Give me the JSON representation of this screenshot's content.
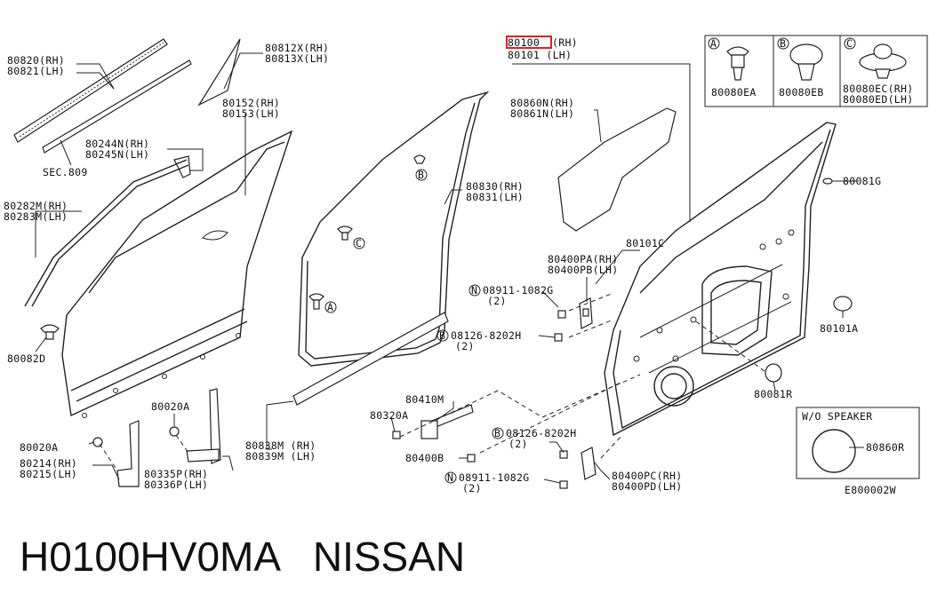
{
  "labels": {
    "l80820": "80820(RH)",
    "l80821": "80821(LH)",
    "lSEC": "SEC.809",
    "l80244": "80244N(RH)",
    "l80245": "80245N(LH)",
    "l80282": "80282M(RH)",
    "l80283": "80283M(LH)",
    "l80082D": "80082D",
    "l80812": "80812X(RH)",
    "l80813": "80813X(LH)",
    "l80152": "80152(RH)",
    "l80153": "80153(LH)",
    "l80100": "80100",
    "l80100s": "(RH)",
    "l80101": "80101 (LH)",
    "l80860": "80860N(RH)",
    "l80861": "80861N(LH)",
    "l80830": "80830(RH)",
    "l80831": "80831(LH)",
    "l80101C": "80101C",
    "l80400PA": "80400PA(RH)",
    "l80400PB": "80400PB(LH)",
    "l08911a": "08911-1082G",
    "l08911aq": "(2)",
    "l08126a": "08126-8202H",
    "l08126aq": "(2)",
    "l80410M": "80410M",
    "l80320A": "80320A",
    "l80400B": "80400B",
    "l08126b": "08126-8202H",
    "l08126bq": "(2)",
    "l08911b": "08911-1082G",
    "l08911bq": "(2)",
    "l80400PC": "80400PC(RH)",
    "l80400PD": "80400PD(LH)",
    "l80020Aa": "80020A",
    "l80020Ab": "80020A",
    "l80214": "80214(RH)",
    "l80215": "80215(LH)",
    "l80335": "80335P(RH)",
    "l80336": "80336P(LH)",
    "l80838": "80838M (RH)",
    "l80839": "80839M (LH)",
    "l80081G": "80081G",
    "l80101A": "80101A",
    "l80081R": "80081R",
    "l80080EA": "80080EA",
    "l80080EB": "80080EB",
    "l80080EC": "80080EC(RH)",
    "l80080ED": "80080ED(LH)",
    "wo_speaker": "W/O SPEAKER",
    "l80860R": "80860R",
    "code": "E800002W"
  },
  "callouts": {
    "A": "A",
    "B": "B",
    "C": "C",
    "N": "N"
  },
  "footer": {
    "part_number": "H0100HV0MA",
    "brand": "NISSAN"
  },
  "colors": {
    "highlight": "#e02020",
    "ink": "#111111"
  }
}
